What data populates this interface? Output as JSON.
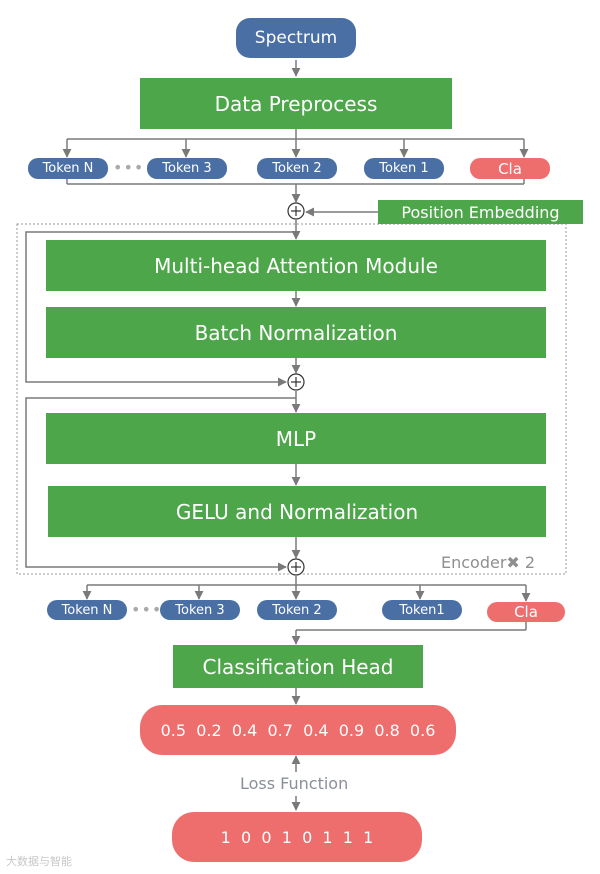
{
  "spectrum": "Spectrum",
  "data_preprocess": "Data Preprocess",
  "position_embedding": "Position Embedding",
  "tokens_top": [
    "Token N",
    "Token 3",
    "Token 2",
    "Token 1",
    "Cla"
  ],
  "tokens_bottom": [
    "Token N",
    "Token 3",
    "Token 2",
    "Token1",
    "Cla"
  ],
  "ellipsis": "•••",
  "ellipsis_bottom": "•••",
  "attention": "Multi-head Attention  Module",
  "batch_norm": "Batch Normalization",
  "mlp": "MLP",
  "gelu": "GELU and Normalization",
  "encoder_label": "Encoder✖ 2",
  "classification_head": "Classification Head",
  "predictions": "0.5  0.2  0.4  0.7  0.4  0.9  0.8  0.6",
  "loss_function": "Loss Function",
  "labels": "1  0  0  1  0  1  1  1",
  "watermark": "大数据与智能",
  "colors": {
    "green": "#4ea64a",
    "blue": "#4a6fa5",
    "red": "#ee6e6e",
    "arrow": "#7a7a7a"
  }
}
